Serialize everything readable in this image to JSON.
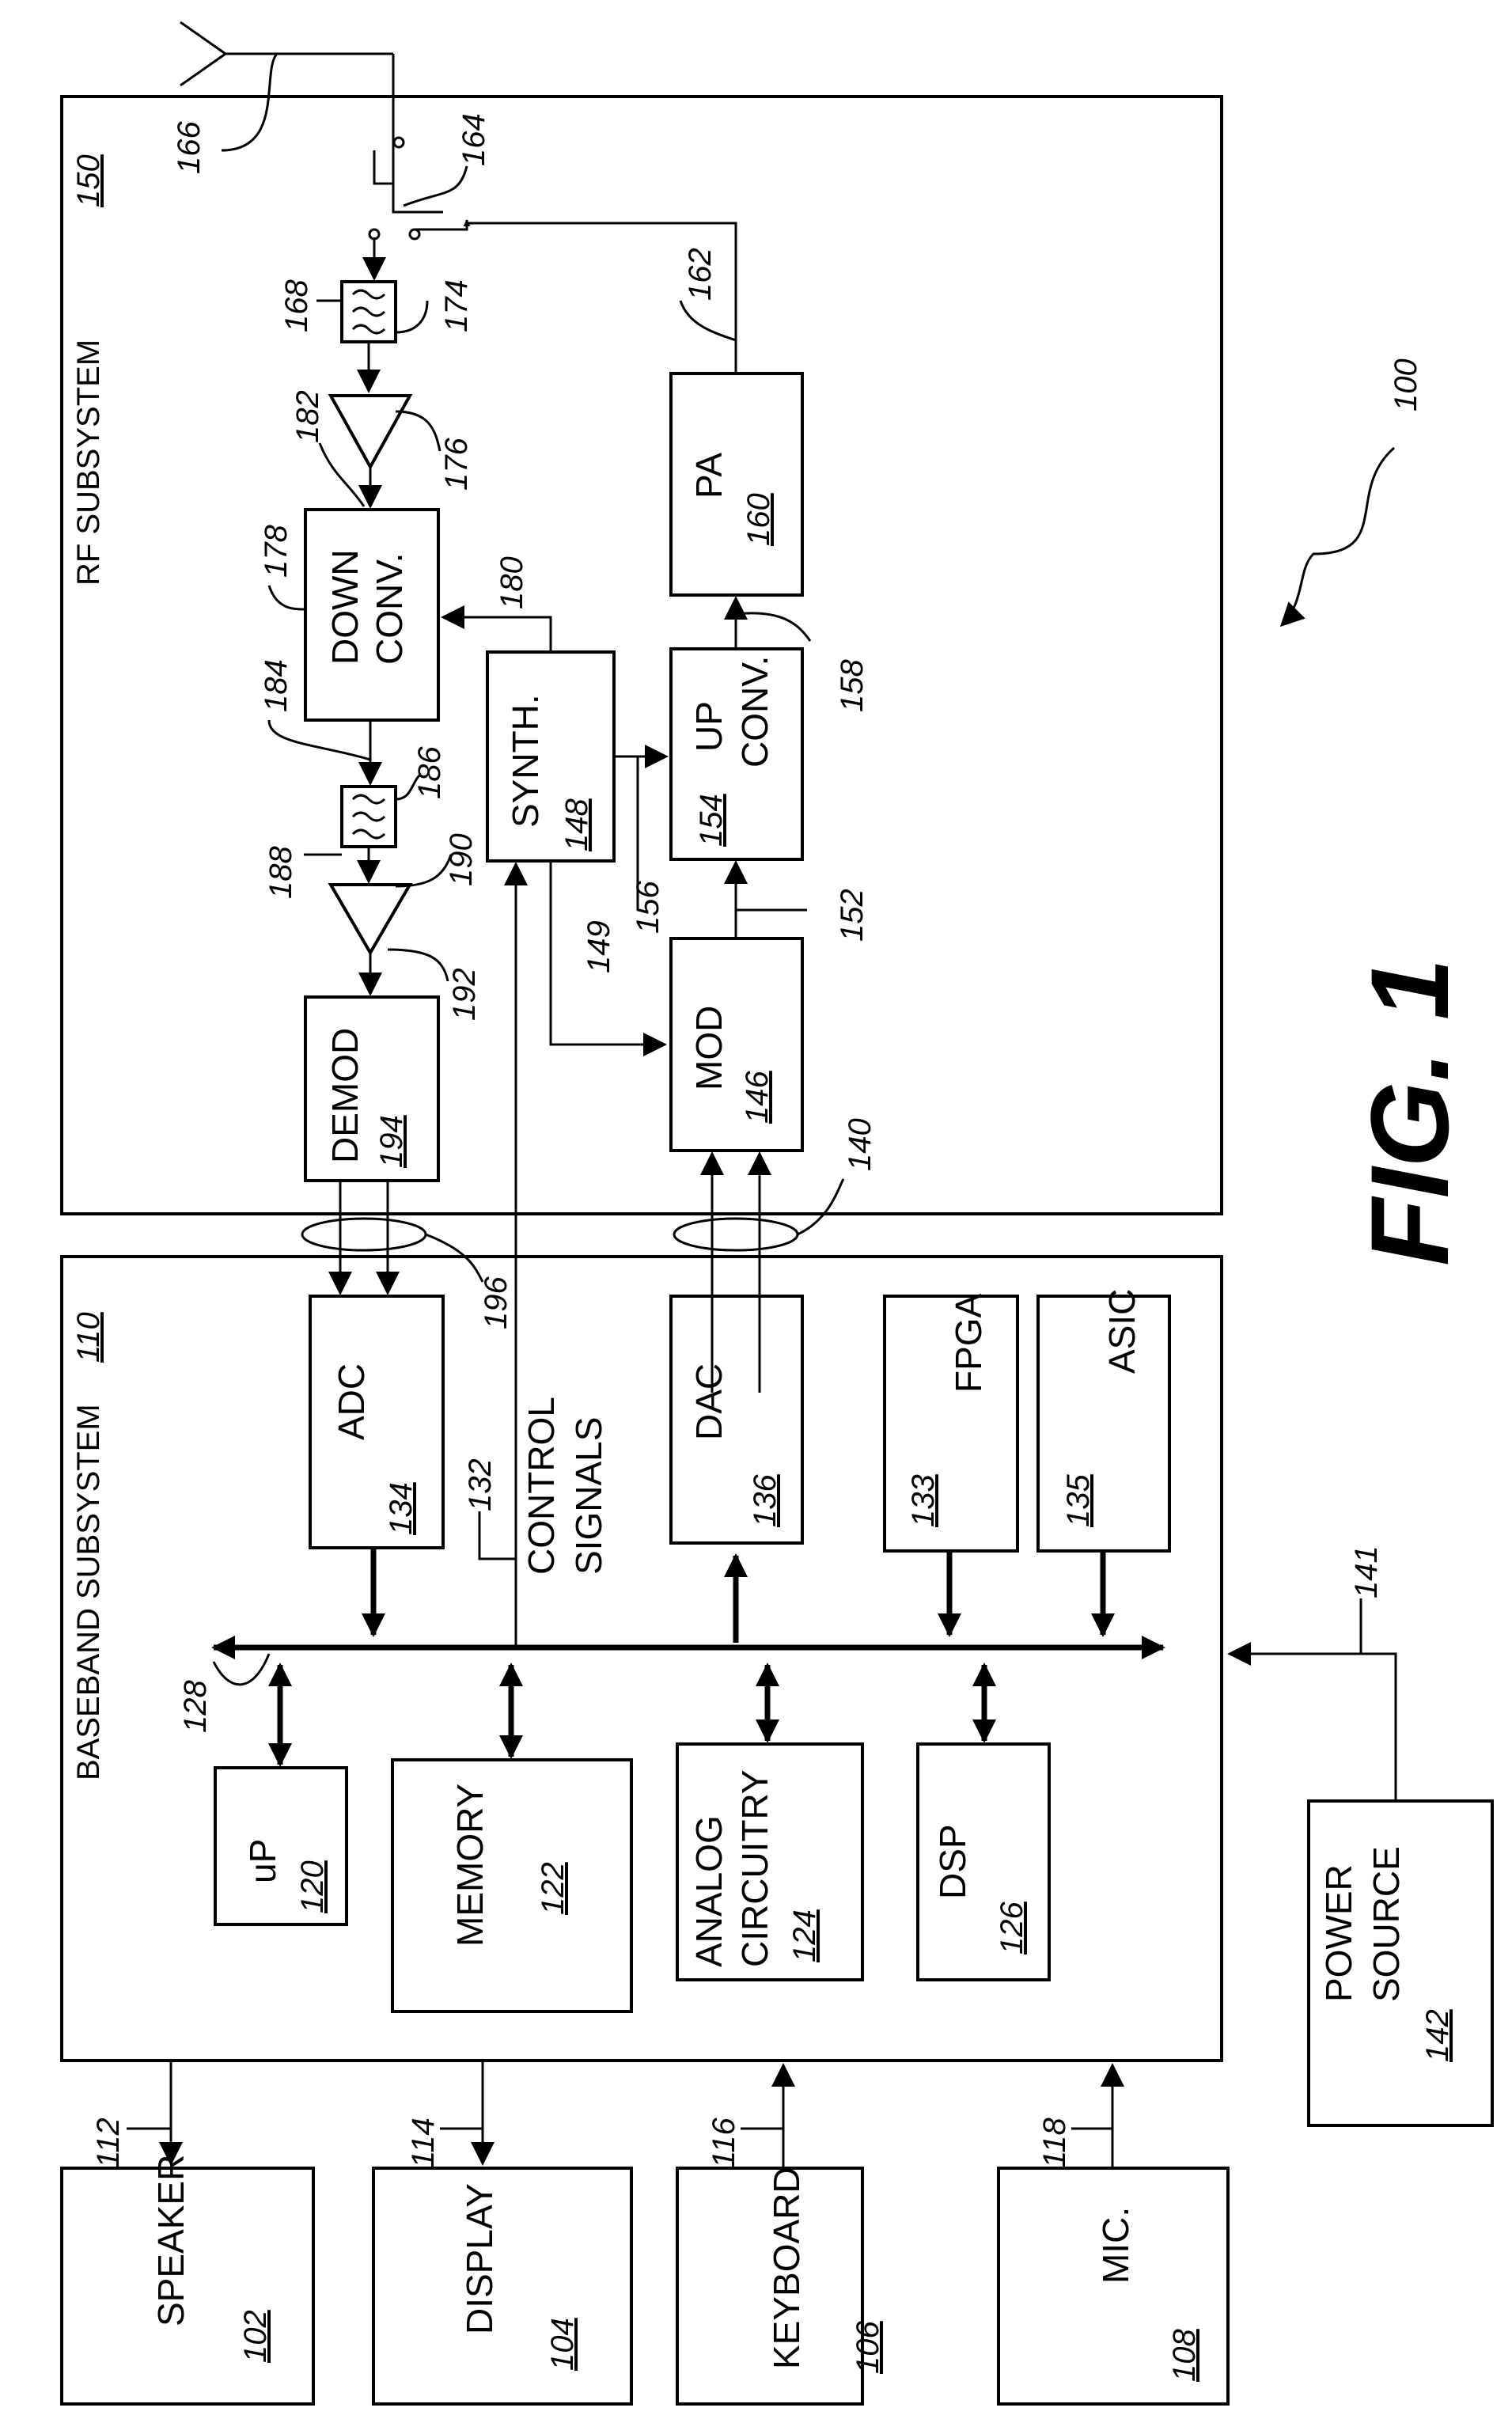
{
  "figure": {
    "title": "FIG. 1"
  },
  "rf": {
    "label": "RF SUBSYSTEM",
    "ref": "150"
  },
  "baseband": {
    "label": "BASEBAND SUBSYSTEM",
    "ref": "110"
  },
  "blocks": {
    "down_conv": {
      "line1": "DOWN",
      "line2": "CONV."
    },
    "demod": {
      "label": "DEMOD",
      "ref": "194"
    },
    "synth": {
      "label": "SYNTH.",
      "ref": "148"
    },
    "mod": {
      "label": "MOD",
      "ref": "146"
    },
    "up_conv": {
      "line1": "UP",
      "line2": "CONV.",
      "ref": "154"
    },
    "pa": {
      "label": "PA",
      "ref": "160"
    },
    "adc": {
      "label": "ADC",
      "ref": "134"
    },
    "dac": {
      "label": "DAC",
      "ref": "136"
    },
    "fpga": {
      "label": "FPGA",
      "ref": "133"
    },
    "asic": {
      "label": "ASIC",
      "ref": "135"
    },
    "up": {
      "label": "uP",
      "ref": "120"
    },
    "memory": {
      "label": "MEMORY",
      "ref": "122"
    },
    "analog": {
      "line1": "ANALOG",
      "line2": "CIRCUITRY",
      "ref": "124"
    },
    "dsp": {
      "label": "DSP",
      "ref": "126"
    },
    "power": {
      "line1": "POWER",
      "line2": "SOURCE",
      "ref": "142"
    },
    "speaker": {
      "label": "SPEAKER",
      "ref": "102"
    },
    "display": {
      "label": "DISPLAY",
      "ref": "104"
    },
    "keyboard": {
      "label": "KEYBOARD",
      "ref": "106"
    },
    "mic": {
      "label": "MIC.",
      "ref": "108"
    }
  },
  "labels": {
    "control_signals": {
      "line1": "CONTROL",
      "line2": "SIGNALS"
    }
  },
  "refs": {
    "r100": "100",
    "r112": "112",
    "r114": "114",
    "r116": "116",
    "r118": "118",
    "r128": "128",
    "r132": "132",
    "r140": "140",
    "r141": "141",
    "r149": "149",
    "r152": "152",
    "r156": "156",
    "r158": "158",
    "r162": "162",
    "r164": "164",
    "r166": "166",
    "r168": "168",
    "r174": "174",
    "r176": "176",
    "r178": "178",
    "r180": "180",
    "r182": "182",
    "r184": "184",
    "r186": "186",
    "r188": "188",
    "r190": "190",
    "r192": "192",
    "r196": "196"
  }
}
